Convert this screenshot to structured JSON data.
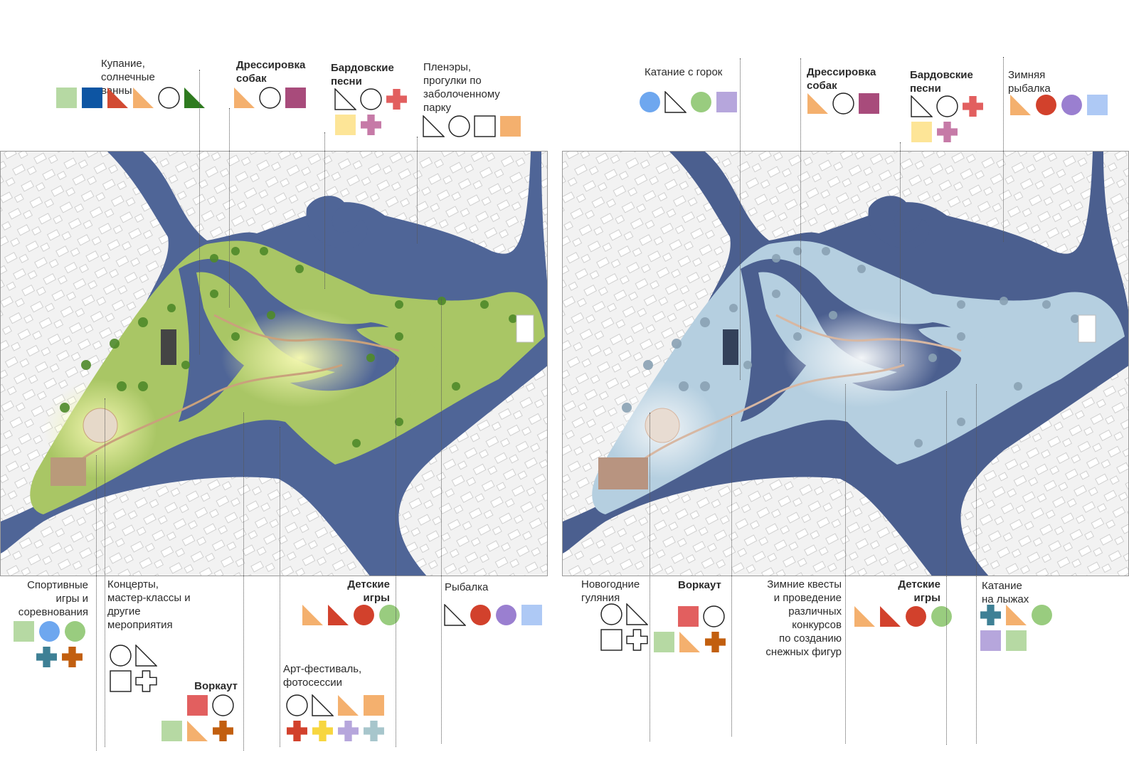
{
  "palette": {
    "light_green": "#b6d9a3",
    "navy": "#0d55a3",
    "red": "#d24a32",
    "orange": "#f4b06e",
    "dark_green": "#2e7a1f",
    "plum": "#a84b7b",
    "coral": "#e25f5f",
    "butter": "#fde597",
    "mauve": "#c67aa7",
    "sky": "#6ea7ef",
    "green": "#99cc7f",
    "teal": "#3e8095",
    "rust": "#c25f0f",
    "lavender": "#b6a6dc",
    "pale_blue": "#aec9f5",
    "yellow": "#f7d63f",
    "ice": "#a7c6cc",
    "vermilion": "#d2412c",
    "violet": "#9a7fd0",
    "outline": "#222222"
  },
  "summer": {
    "top": [
      {
        "text": "Купание,\nсолнечные\nванны",
        "bold": false,
        "align": "left",
        "shapes": [
          [
            "square",
            "light_green"
          ],
          [
            "square",
            "navy"
          ],
          [
            "triangle",
            "red"
          ],
          [
            "triangle",
            "orange"
          ],
          [
            "circle-o",
            "outline"
          ],
          [
            "triangle",
            "dark_green"
          ]
        ]
      },
      {
        "text": "Дрессировка\nсобак",
        "bold": true,
        "align": "left",
        "shapes": [
          [
            "triangle",
            "orange"
          ],
          [
            "circle-o",
            "outline"
          ],
          [
            "square",
            "plum"
          ]
        ]
      },
      {
        "text": "Бардовские\nпесни",
        "bold": true,
        "align": "left",
        "shapes": [
          [
            "triangle-o",
            "outline"
          ],
          [
            "circle-o",
            "outline"
          ],
          [
            "cross",
            "coral"
          ],
          [
            "br"
          ],
          [
            "square",
            "butter"
          ],
          [
            "cross",
            "mauve"
          ]
        ]
      },
      {
        "text": "Пленэры,\nпрогулки по\nзаболоченному\nпарку",
        "bold": false,
        "align": "left",
        "shapes": [
          [
            "triangle-o",
            "outline"
          ],
          [
            "circle-o",
            "outline"
          ],
          [
            "square-o",
            "outline"
          ],
          [
            "square",
            "orange"
          ]
        ]
      }
    ],
    "bottom": [
      {
        "text": "Спортивные\nигры и\nсоревнования",
        "bold": false,
        "align": "right",
        "shapes": [
          [
            "square",
            "light_green"
          ],
          [
            "circle",
            "sky"
          ],
          [
            "circle",
            "green"
          ],
          [
            "br"
          ],
          [
            "cross",
            "teal"
          ],
          [
            "cross",
            "rust"
          ]
        ]
      },
      {
        "text": "Концерты,\nмастер-классы и\nдругие\nмероприятия",
        "bold": false,
        "align": "left",
        "shapes": [
          [
            "circle-o",
            "outline"
          ],
          [
            "triangle-o",
            "outline"
          ],
          [
            "br"
          ],
          [
            "square-o",
            "outline"
          ],
          [
            "cross-o",
            "outline"
          ]
        ]
      },
      {
        "text": "Воркаут",
        "bold": true,
        "align": "right",
        "shapes": [
          [
            "square",
            "coral"
          ],
          [
            "circle-o",
            "outline"
          ],
          [
            "br"
          ],
          [
            "square",
            "light_green"
          ],
          [
            "triangle",
            "orange"
          ],
          [
            "cross",
            "rust"
          ]
        ]
      },
      {
        "text": "Детские\nигры",
        "bold": true,
        "align": "right",
        "shapes": [
          [
            "triangle",
            "orange"
          ],
          [
            "triangle",
            "vermilion"
          ],
          [
            "circle",
            "vermilion"
          ],
          [
            "circle",
            "green"
          ]
        ]
      },
      {
        "text": "Арт-фестиваль,\nфотосессии",
        "bold": false,
        "align": "left",
        "shapes": [
          [
            "circle-o",
            "outline"
          ],
          [
            "triangle-o",
            "outline"
          ],
          [
            "triangle",
            "orange"
          ],
          [
            "square",
            "orange"
          ],
          [
            "br"
          ],
          [
            "cross",
            "vermilion"
          ],
          [
            "cross",
            "yellow"
          ],
          [
            "cross",
            "lavender"
          ],
          [
            "cross",
            "ice"
          ]
        ]
      },
      {
        "text": "Рыбалка",
        "bold": false,
        "align": "left",
        "shapes": [
          [
            "triangle-o",
            "outline"
          ],
          [
            "circle",
            "vermilion"
          ],
          [
            "circle",
            "violet"
          ],
          [
            "square",
            "pale_blue"
          ]
        ]
      }
    ]
  },
  "winter": {
    "top": [
      {
        "text": "Катание с горок",
        "bold": false,
        "align": "left",
        "shapes": [
          [
            "circle",
            "sky"
          ],
          [
            "triangle-o",
            "outline"
          ],
          [
            "circle",
            "green"
          ],
          [
            "square",
            "lavender"
          ]
        ]
      },
      {
        "text": "Дрессировка\nсобак",
        "bold": true,
        "align": "left",
        "shapes": [
          [
            "triangle",
            "orange"
          ],
          [
            "circle-o",
            "outline"
          ],
          [
            "square",
            "plum"
          ]
        ]
      },
      {
        "text": "Бардовские\nпесни",
        "bold": true,
        "align": "left",
        "shapes": [
          [
            "triangle-o",
            "outline"
          ],
          [
            "circle-o",
            "outline"
          ],
          [
            "cross",
            "coral"
          ],
          [
            "br"
          ],
          [
            "square",
            "butter"
          ],
          [
            "cross",
            "mauve"
          ]
        ]
      },
      {
        "text": "Зимняя\nрыбалка",
        "bold": false,
        "align": "left",
        "shapes": [
          [
            "triangle",
            "orange"
          ],
          [
            "circle",
            "vermilion"
          ],
          [
            "circle",
            "violet"
          ],
          [
            "square",
            "pale_blue"
          ]
        ]
      }
    ],
    "bottom": [
      {
        "text": "Новогодние\nгуляния",
        "bold": false,
        "align": "left",
        "shapes": [
          [
            "circle-o",
            "outline"
          ],
          [
            "triangle-o",
            "outline"
          ],
          [
            "br"
          ],
          [
            "square-o",
            "outline"
          ],
          [
            "cross-o",
            "outline"
          ]
        ]
      },
      {
        "text": "Воркаут",
        "bold": true,
        "align": "left",
        "shapes": [
          [
            "square",
            "coral"
          ],
          [
            "circle-o",
            "outline"
          ],
          [
            "br"
          ],
          [
            "square",
            "light_green"
          ],
          [
            "triangle",
            "orange"
          ],
          [
            "cross",
            "rust"
          ]
        ]
      },
      {
        "text": "Зимние квесты\nи проведение\nразличных\nконкурсов\nпо созданию\nснежных фигур",
        "bold": false,
        "align": "right",
        "shapes": []
      },
      {
        "text": "Детские\nигры",
        "bold": true,
        "align": "right",
        "shapes": [
          [
            "triangle",
            "orange"
          ],
          [
            "triangle",
            "vermilion"
          ],
          [
            "circle",
            "vermilion"
          ],
          [
            "circle",
            "green"
          ]
        ]
      },
      {
        "text": "Катание\nна лыжах",
        "bold": false,
        "align": "left",
        "shapes": [
          [
            "cross",
            "teal"
          ],
          [
            "triangle",
            "orange"
          ],
          [
            "circle",
            "green"
          ],
          [
            "br"
          ],
          [
            "square",
            "lavender"
          ],
          [
            "square",
            "light_green"
          ]
        ]
      }
    ]
  },
  "maps": {
    "summer": {
      "water": "#4f6597",
      "park": "#a9c665",
      "glow": "#eef3a0",
      "paths": "#c9a17c",
      "trees": "#4f8a2a"
    },
    "winter": {
      "water": "#4b5f8f",
      "park": "#b5cfe0",
      "glow": "#f1f5f7",
      "paths": "#d7b7a2",
      "trees": "#8aa2b4"
    }
  }
}
